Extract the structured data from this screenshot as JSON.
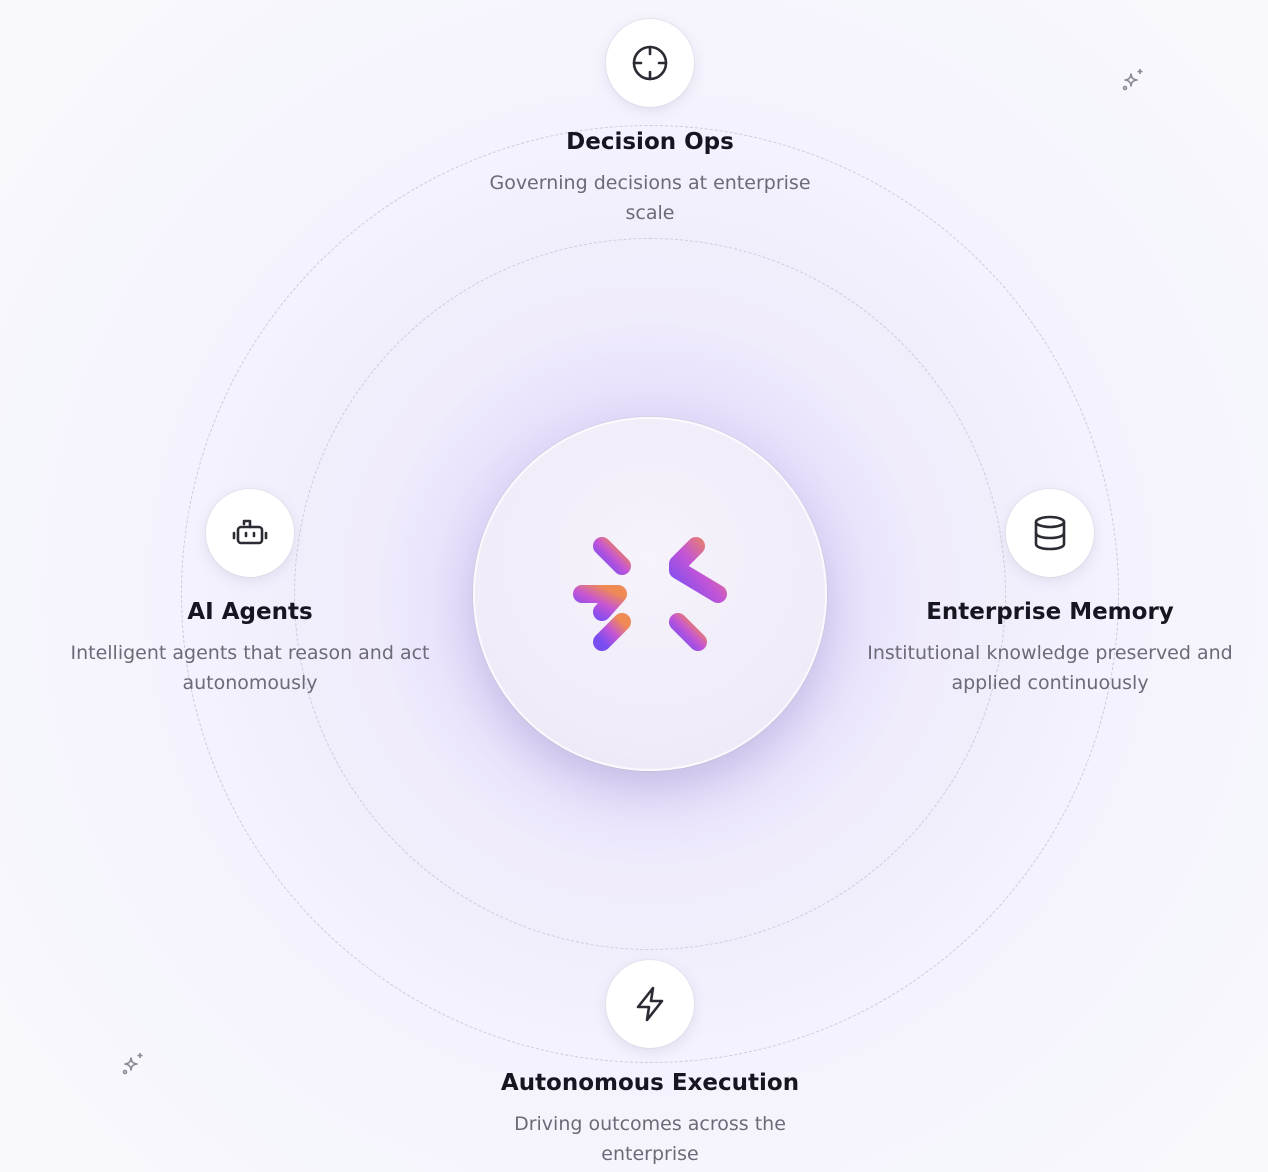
{
  "nodes": {
    "decision_ops": {
      "title": "Decision Ops",
      "description": "Governing decisions at enterprise scale",
      "icon": "crosshair-icon"
    },
    "ai_agents": {
      "title": "AI Agents",
      "description": "Intelligent agents that reason and act autonomously",
      "icon": "robot-icon"
    },
    "enterprise_memory": {
      "title": "Enterprise Memory",
      "description": "Institutional knowledge preserved and applied continuously",
      "icon": "database-icon"
    },
    "autonomous_execution": {
      "title": "Autonomous Execution",
      "description": "Driving outcomes across the enterprise",
      "icon": "lightning-bolt-icon"
    }
  },
  "center": {
    "icon": "brand-burst-logo-icon"
  },
  "colors": {
    "background": "#f6f5fd",
    "glow": "#c9bcf6",
    "ring": "#cfc9dc",
    "title_text": "#17151f",
    "description_text": "#6d6a78",
    "icon_stroke": "#2c2a33",
    "logo_gradient_start": "#7a4df2",
    "logo_gradient_mid": "#c455d6",
    "logo_gradient_end": "#f08a55"
  }
}
